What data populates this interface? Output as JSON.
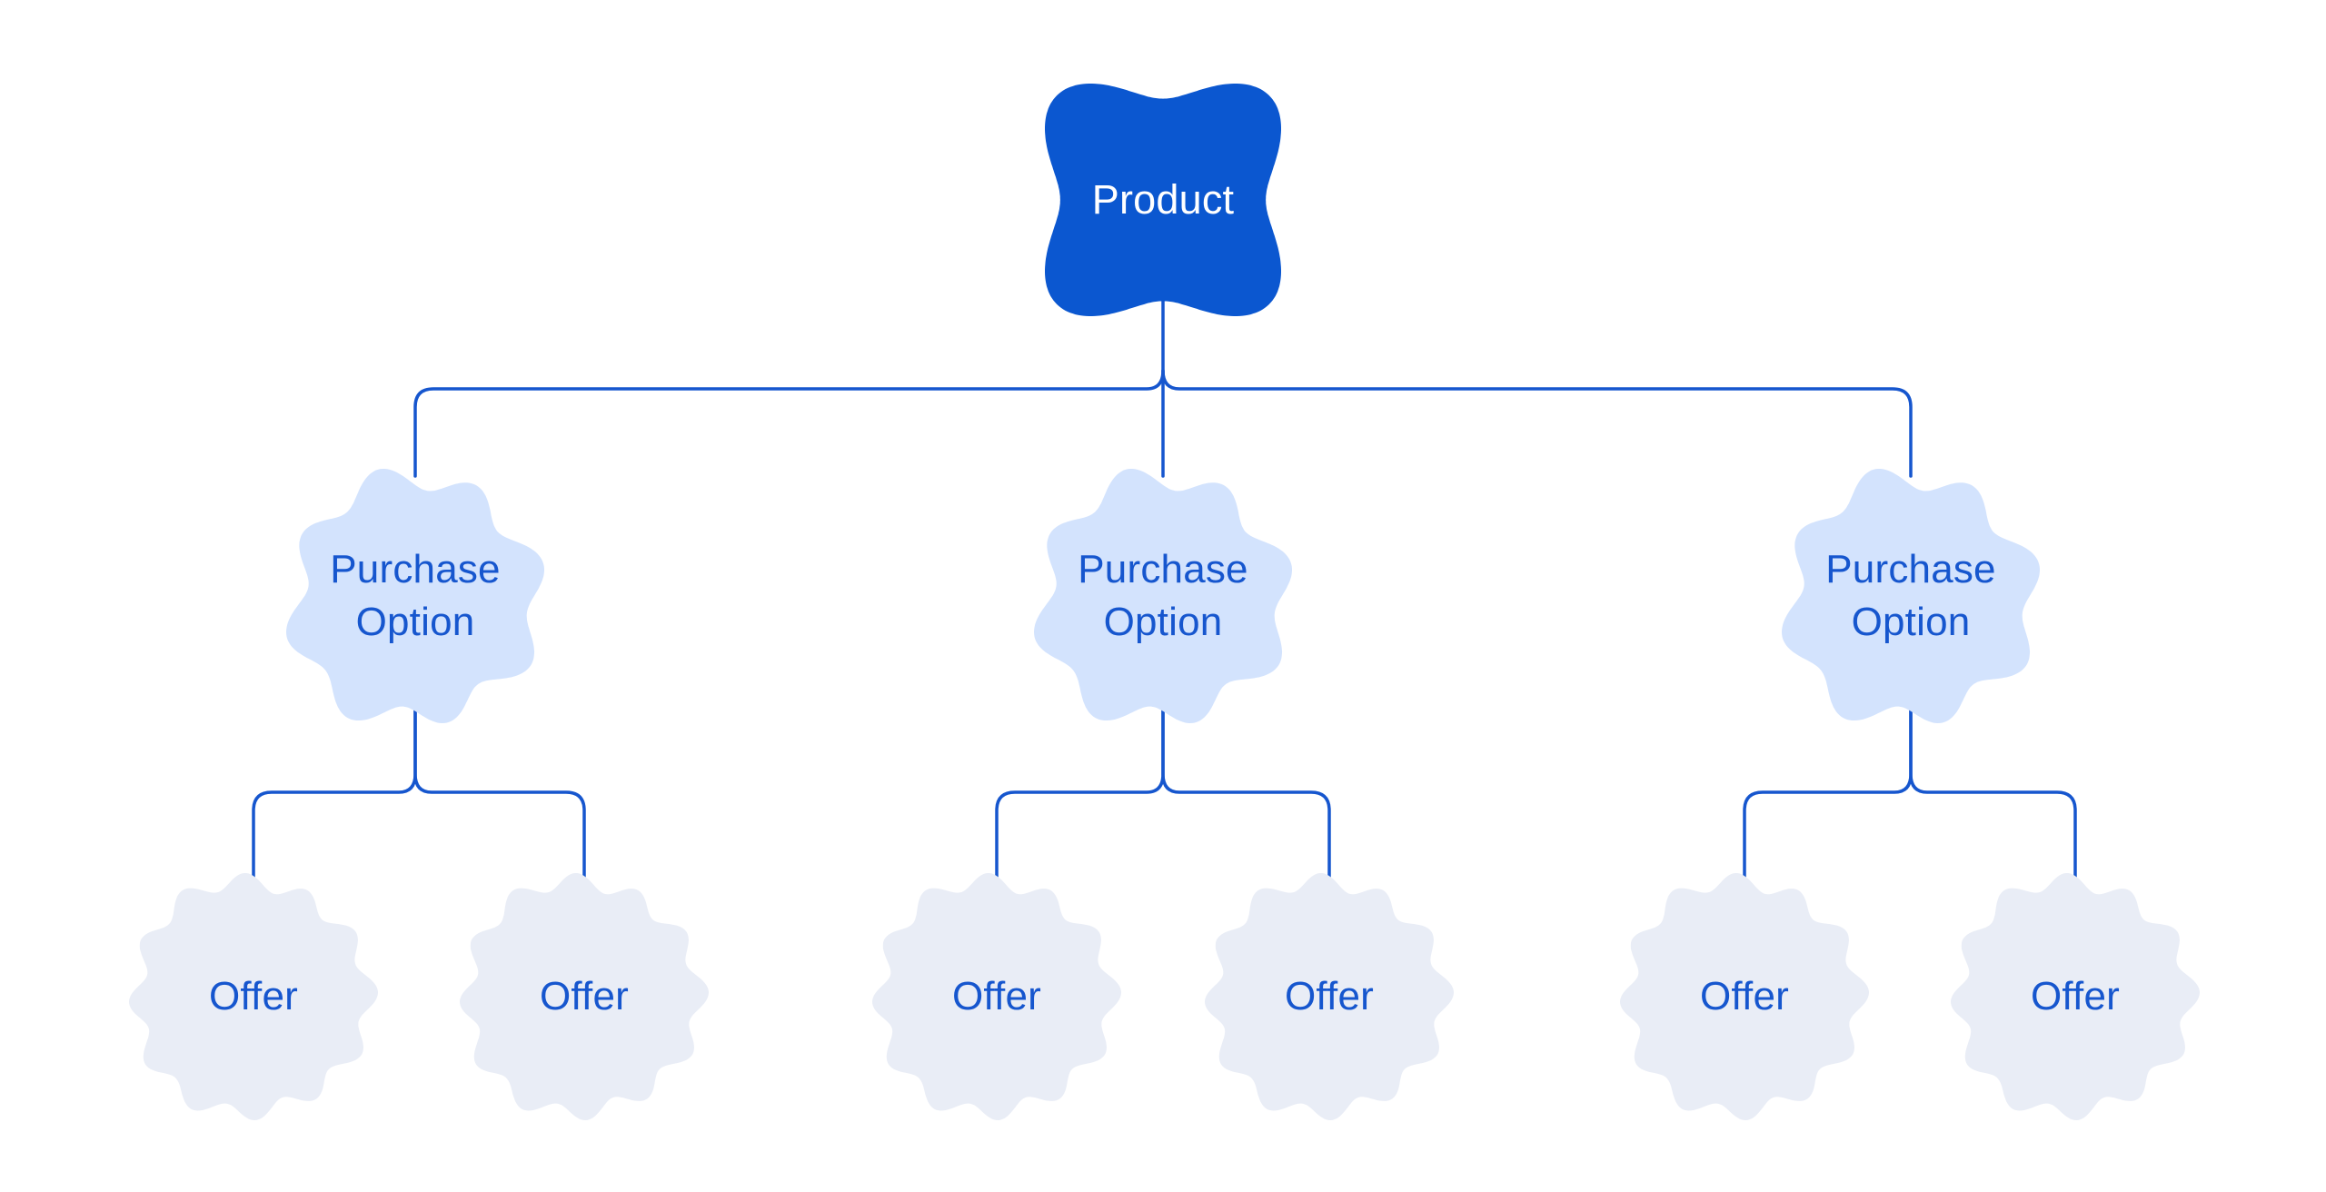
{
  "diagram": {
    "type": "tree",
    "root": {
      "label": "Product",
      "shape": "four-lobe-blob"
    },
    "children": [
      {
        "label": "Purchase Option",
        "shape": "eight-lobe-cloud",
        "children": [
          {
            "label": "Offer",
            "shape": "scalloped-circle"
          },
          {
            "label": "Offer",
            "shape": "scalloped-circle"
          }
        ]
      },
      {
        "label": "Purchase Option",
        "shape": "eight-lobe-cloud",
        "children": [
          {
            "label": "Offer",
            "shape": "scalloped-circle"
          },
          {
            "label": "Offer",
            "shape": "scalloped-circle"
          }
        ]
      },
      {
        "label": "Purchase Option",
        "shape": "eight-lobe-cloud",
        "children": [
          {
            "label": "Offer",
            "shape": "scalloped-circle"
          },
          {
            "label": "Offer",
            "shape": "scalloped-circle"
          }
        ]
      }
    ]
  },
  "colors": {
    "background": "#FFFFFF",
    "root_fill": "#0B57D0",
    "root_text": "#FFFFFF",
    "option_fill": "#D3E3FD",
    "offer_fill": "#E9EDF6",
    "node_text": "#1656CE",
    "connector": "#1656CE"
  }
}
